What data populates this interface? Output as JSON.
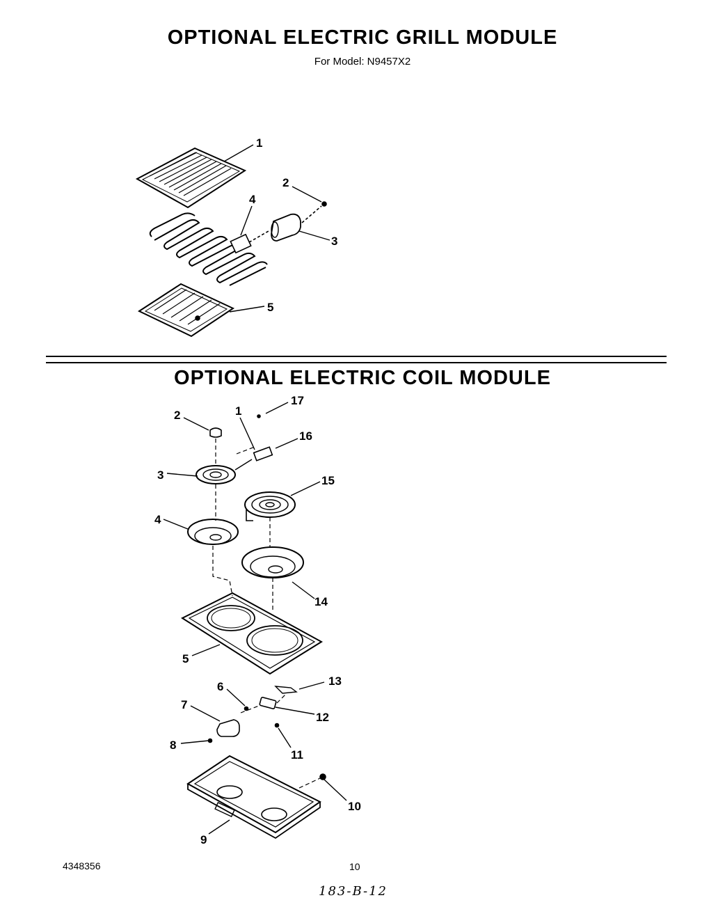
{
  "grill": {
    "title": "OPTIONAL ELECTRIC GRILL MODULE",
    "model_line": "For Model: N9457X2",
    "callouts": [
      "1",
      "2",
      "3",
      "4",
      "5"
    ]
  },
  "coil": {
    "title": "OPTIONAL ELECTRIC COIL MODULE",
    "callouts": [
      "1",
      "2",
      "3",
      "4",
      "5",
      "6",
      "7",
      "8",
      "9",
      "10",
      "11",
      "12",
      "13",
      "14",
      "15",
      "16",
      "17"
    ]
  },
  "footer": {
    "doc_number": "4348356",
    "page_number": "10",
    "handwritten": "183-B-12"
  }
}
